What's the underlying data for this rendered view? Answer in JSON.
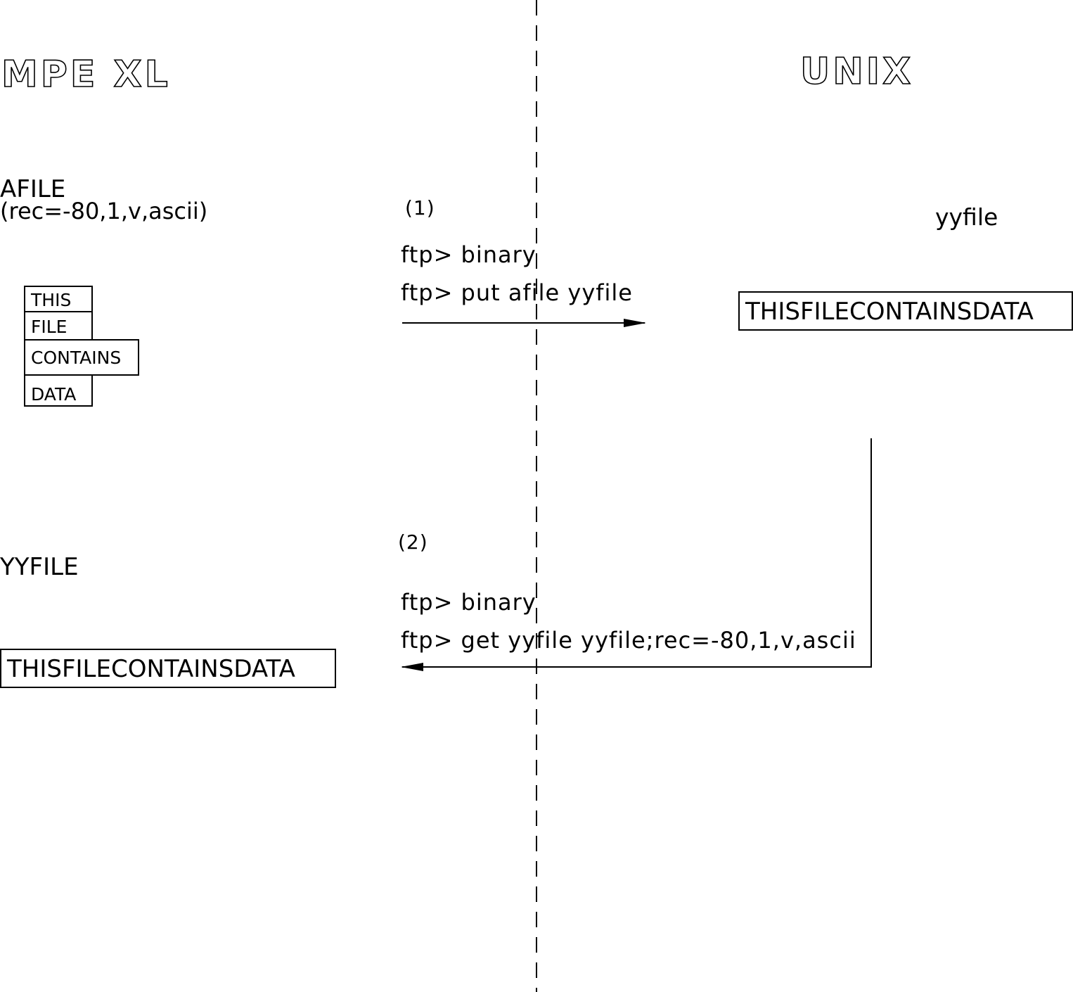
{
  "headings": {
    "left": "MPE XL",
    "right": "UNIX"
  },
  "mpe": {
    "source_file_name": "AFILE",
    "source_file_attrs": "(rec=-80,1,v,ascii)",
    "records": [
      "THIS",
      "FILE",
      "CONTAINS",
      "DATA"
    ],
    "result_file_name": "YYFILE",
    "result_file_content": "THISFILECONTAINSDATA"
  },
  "unix": {
    "file_name": "yyfile",
    "file_content": "THISFILECONTAINSDATA"
  },
  "steps": [
    {
      "number": "(1)",
      "commands": [
        "ftp> binary",
        "ftp> put afile yyfile"
      ]
    },
    {
      "number": "(2)",
      "commands": [
        "ftp> binary",
        "ftp> get yyfile yyfile;rec=-80,1,v,ascii"
      ]
    }
  ]
}
